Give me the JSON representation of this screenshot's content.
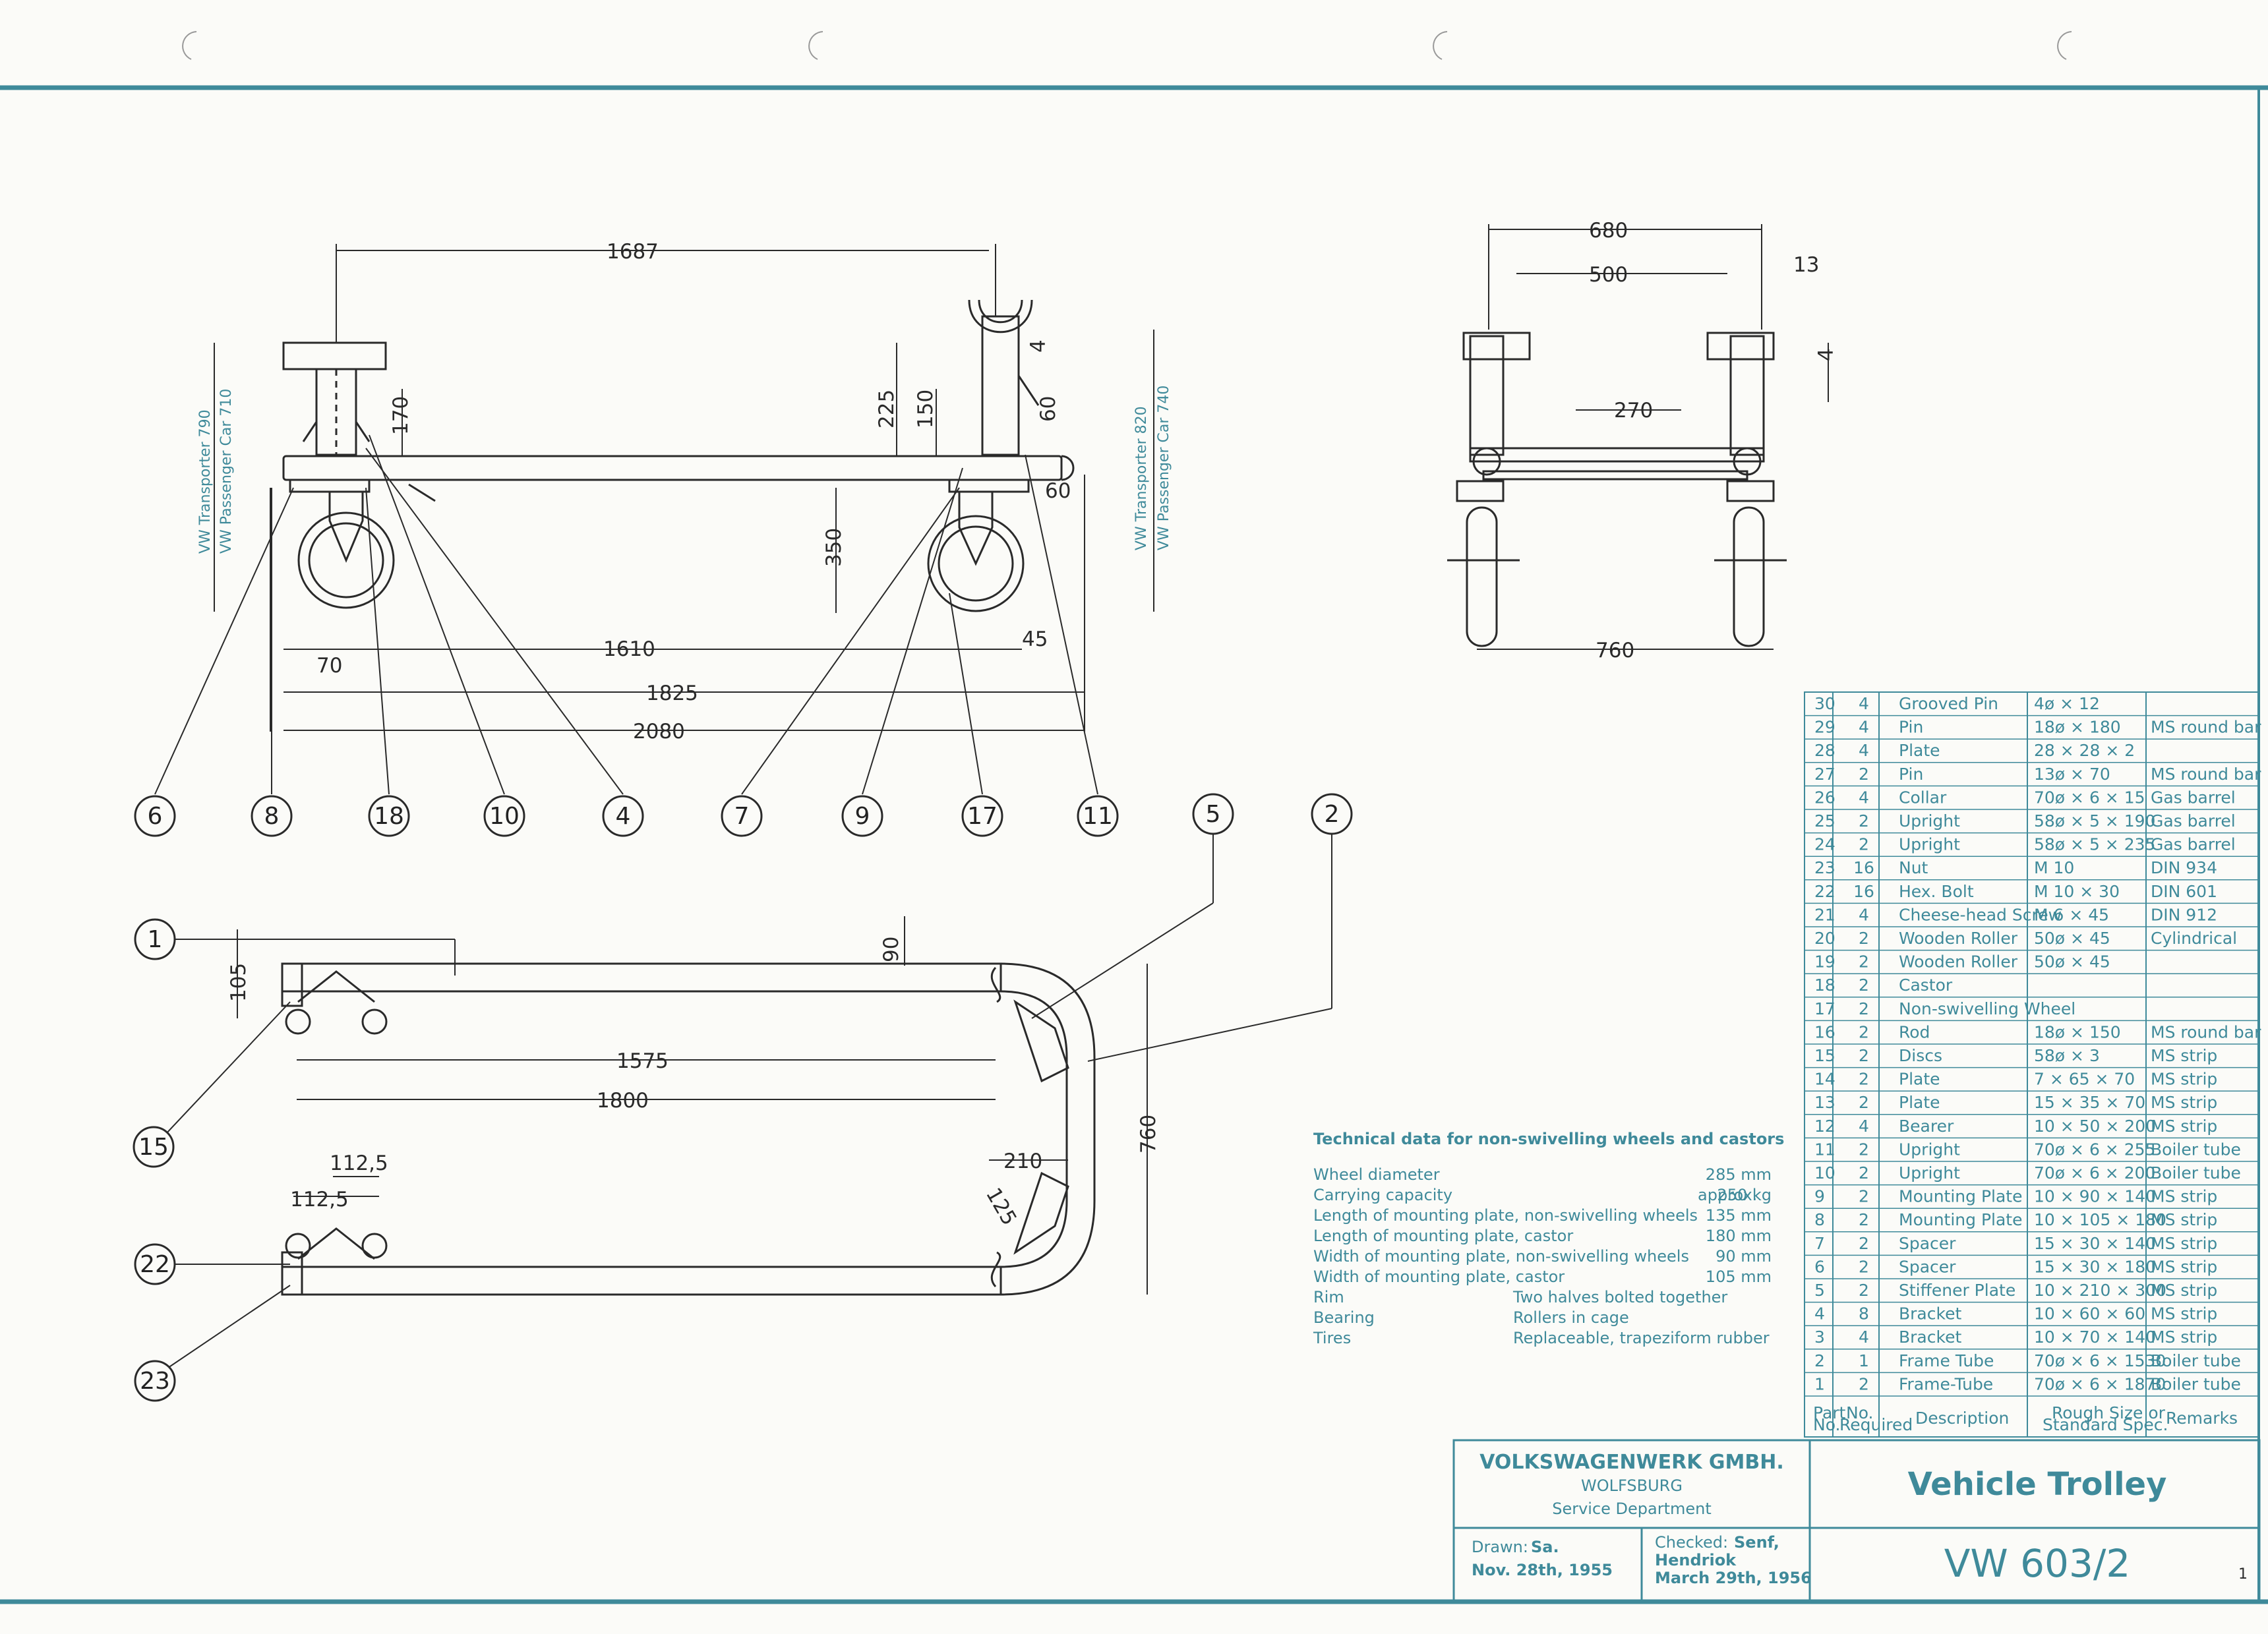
{
  "views": {
    "side": {
      "dims": [
        "1687",
        "170",
        "225",
        "150",
        "4",
        "60",
        "60",
        "350",
        "70",
        "45",
        "1610",
        "1825",
        "2080"
      ],
      "side_left": [
        "VW Transporter 790",
        "VW Passenger Car 710"
      ],
      "side_right": [
        "VW Transporter 820",
        "VW Passenger Car 740"
      ]
    },
    "end": {
      "dims": [
        "680",
        "500",
        "13",
        "4",
        "270",
        "760"
      ]
    },
    "plan": {
      "dims": [
        "105",
        "90",
        "1575",
        "1800",
        "760",
        "210",
        "125",
        "112,5",
        "112,5"
      ]
    }
  },
  "balloons": [
    "6",
    "8",
    "18",
    "10",
    "4",
    "7",
    "9",
    "17",
    "11",
    "5",
    "2",
    "1",
    "15",
    "22",
    "23"
  ],
  "technical": {
    "title": "Technical data for non-swivelling wheels and castors",
    "rows": [
      {
        "label": "Wheel diameter",
        "mid": "",
        "value": "285  mm"
      },
      {
        "label": "Carrying capacity",
        "mid": "approx.",
        "value": "250  kg"
      },
      {
        "label": "Length of mounting plate, non-swivelling wheels",
        "mid": "",
        "value": "135  mm"
      },
      {
        "label": "Length of mounting plate, castor",
        "mid": "",
        "value": "180  mm"
      },
      {
        "label": "Width of mounting plate, non-swivelling wheels",
        "mid": "",
        "value": "90  mm"
      },
      {
        "label": "Width of mounting plate, castor",
        "mid": "",
        "value": "105  mm"
      },
      {
        "label": "Rim",
        "mid": "",
        "value": "Two halves bolted together"
      },
      {
        "label": "Bearing",
        "mid": "",
        "value": "Rollers in cage"
      },
      {
        "label": "Tires",
        "mid": "",
        "value": "Replaceable, trapeziform rubber"
      }
    ]
  },
  "parts": [
    {
      "no": "30",
      "qty": "4",
      "desc": "Grooved Pin",
      "size": "4ø × 12",
      "rem": ""
    },
    {
      "no": "29",
      "qty": "4",
      "desc": "Pin",
      "size": "18ø × 180",
      "rem": "MS round bar"
    },
    {
      "no": "28",
      "qty": "4",
      "desc": "Plate",
      "size": "28 × 28 × 2",
      "rem": ""
    },
    {
      "no": "27",
      "qty": "2",
      "desc": "Pin",
      "size": "13ø × 70",
      "rem": "MS round bar"
    },
    {
      "no": "26",
      "qty": "4",
      "desc": "Collar",
      "size": "70ø × 6 × 15",
      "rem": "Gas barrel"
    },
    {
      "no": "25",
      "qty": "2",
      "desc": "Upright",
      "size": "58ø × 5 × 190",
      "rem": "Gas barrel"
    },
    {
      "no": "24",
      "qty": "2",
      "desc": "Upright",
      "size": "58ø × 5 × 235",
      "rem": "Gas barrel"
    },
    {
      "no": "23",
      "qty": "16",
      "desc": "Nut",
      "size": "M 10",
      "rem": "DIN 934"
    },
    {
      "no": "22",
      "qty": "16",
      "desc": "Hex. Bolt",
      "size": "M 10 × 30",
      "rem": "DIN 601"
    },
    {
      "no": "21",
      "qty": "4",
      "desc": "Cheese-head Screw",
      "size": "M 6 × 45",
      "rem": "DIN 912"
    },
    {
      "no": "20",
      "qty": "2",
      "desc": "Wooden Roller",
      "size": "50ø × 45",
      "rem": "Cylindrical"
    },
    {
      "no": "19",
      "qty": "2",
      "desc": "Wooden Roller",
      "size": "50ø × 45",
      "rem": ""
    },
    {
      "no": "18",
      "qty": "2",
      "desc": "Castor",
      "size": "",
      "rem": ""
    },
    {
      "no": "17",
      "qty": "2",
      "desc": "Non-swivelling Wheel",
      "size": "",
      "rem": ""
    },
    {
      "no": "16",
      "qty": "2",
      "desc": "Rod",
      "size": "18ø × 150",
      "rem": "MS round bar"
    },
    {
      "no": "15",
      "qty": "2",
      "desc": "Discs",
      "size": "58ø × 3",
      "rem": "MS strip"
    },
    {
      "no": "14",
      "qty": "2",
      "desc": "Plate",
      "size": "7 × 65 × 70",
      "rem": "MS strip"
    },
    {
      "no": "13",
      "qty": "2",
      "desc": "Plate",
      "size": "15 × 35 × 70",
      "rem": "MS strip"
    },
    {
      "no": "12",
      "qty": "4",
      "desc": "Bearer",
      "size": "10 × 50 × 200",
      "rem": "MS strip"
    },
    {
      "no": "11",
      "qty": "2",
      "desc": "Upright",
      "size": "70ø × 6 × 255",
      "rem": "Boiler tube"
    },
    {
      "no": "10",
      "qty": "2",
      "desc": "Upright",
      "size": "70ø × 6 × 200",
      "rem": "Boiler tube"
    },
    {
      "no": "9",
      "qty": "2",
      "desc": "Mounting Plate",
      "size": "10 × 90 × 140",
      "rem": "MS strip"
    },
    {
      "no": "8",
      "qty": "2",
      "desc": "Mounting Plate",
      "size": "10 × 105 × 180",
      "rem": "MS strip"
    },
    {
      "no": "7",
      "qty": "2",
      "desc": "Spacer",
      "size": "15 × 30 × 140",
      "rem": "MS strip"
    },
    {
      "no": "6",
      "qty": "2",
      "desc": "Spacer",
      "size": "15 × 30 × 180",
      "rem": "MS strip"
    },
    {
      "no": "5",
      "qty": "2",
      "desc": "Stiffener Plate",
      "size": "10 × 210 × 300",
      "rem": "MS strip"
    },
    {
      "no": "4",
      "qty": "8",
      "desc": "Bracket",
      "size": "10 × 60 × 60",
      "rem": "MS strip"
    },
    {
      "no": "3",
      "qty": "4",
      "desc": "Bracket",
      "size": "10 × 70 × 140",
      "rem": "MS strip"
    },
    {
      "no": "2",
      "qty": "1",
      "desc": "Frame Tube",
      "size": "70ø × 6 × 1530",
      "rem": "Boiler tube"
    },
    {
      "no": "1",
      "qty": "2",
      "desc": "Frame-Tube",
      "size": "70ø × 6 × 1870",
      "rem": "Boiler tube"
    }
  ],
  "parts_header": {
    "no": [
      "Part",
      "No."
    ],
    "qty": [
      "No.",
      "Required"
    ],
    "desc": "Description",
    "size": [
      "Rough Size or",
      "Standard Spec."
    ],
    "rem": "Remarks"
  },
  "title_block": {
    "company": "VOLKSWAGENWERK GMBH.",
    "city": "WOLFSBURG",
    "dept": "Service Department",
    "drawn_label": "Drawn:",
    "drawn_by": "Sa.",
    "drawn_date": "Nov. 28th, 1955",
    "checked_label": "Checked:",
    "checked_by": "Senf,",
    "checked_by2": "Hendriok",
    "checked_date": "March 29th, 1956",
    "title": "Vehicle Trolley",
    "number": "VW 603/2",
    "sheet": "1"
  },
  "colors": {
    "frame": "#3f8a9a",
    "ink": "#2a2a2a",
    "paper": "#fbfbf8"
  }
}
